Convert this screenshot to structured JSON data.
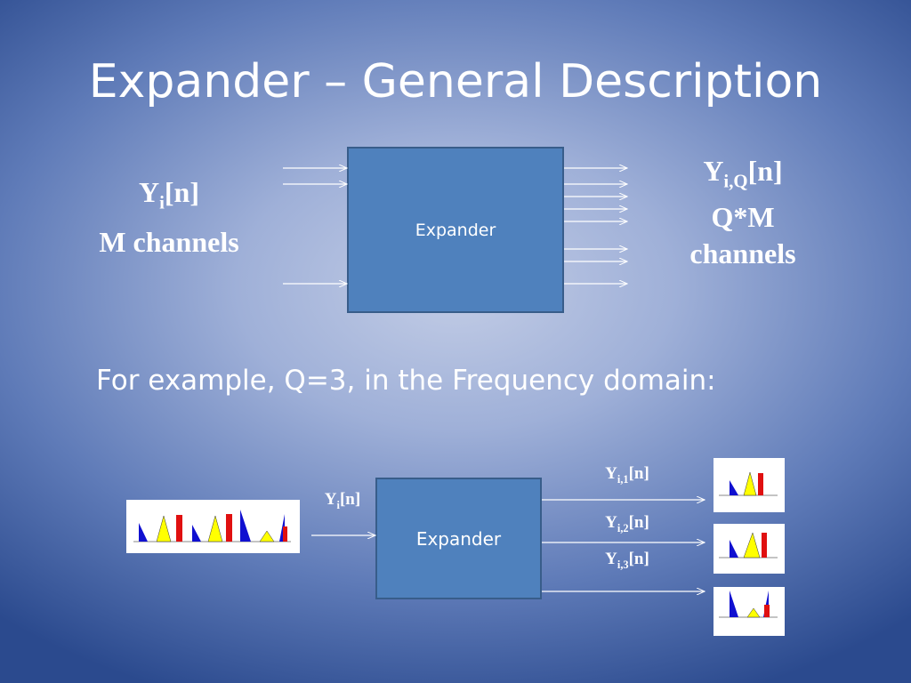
{
  "slide": {
    "title": "Expander – General Description",
    "input_label": {
      "var": "Y",
      "sub": "i",
      "arg": "[n]",
      "count": "M channels"
    },
    "output_label": {
      "var": "Y",
      "sub": "i,Q",
      "arg": "[n]",
      "count_line1": "Q*M",
      "count_line2": "channels"
    },
    "block_label": "Expander",
    "example_caption": "For example, Q=3, in the Frequency domain:",
    "example": {
      "input": {
        "var": "Y",
        "sub": "i",
        "arg": "[n]"
      },
      "block_label": "Expander",
      "outputs": [
        {
          "var": "Y",
          "sub": "i,1",
          "arg": "[n]"
        },
        {
          "var": "Y",
          "sub": "i,2",
          "arg": "[n]"
        },
        {
          "var": "Y",
          "sub": "i,3",
          "arg": "[n]"
        }
      ]
    },
    "colors": {
      "box": "#4f81bd",
      "box_border": "#385d8a",
      "spectrum_blue": "#1010d0",
      "spectrum_yellow": "#ffff00",
      "spectrum_red": "#e01010"
    }
  }
}
